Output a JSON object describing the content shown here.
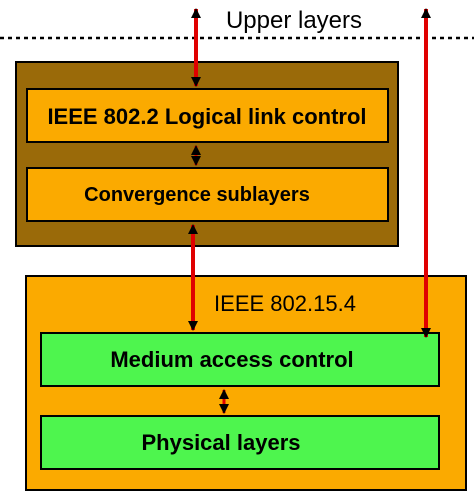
{
  "upper_layers_label": "Upper layers",
  "upper_stack": {
    "llc_label": "IEEE 802.2 Logical link control",
    "convergence_label": "Convergence sublayers"
  },
  "lower_stack": {
    "standard_label": "IEEE 802.15.4",
    "mac_label": "Medium access control",
    "phy_label": "Physical layers"
  },
  "colors": {
    "upper_outer_fill": "#9a6a09",
    "lower_outer_fill": "#fbaa00",
    "orange_box_fill": "#fbaa00",
    "green_box_fill": "#4ef54e",
    "arrow_color": "#e00000",
    "stroke": "#000000"
  }
}
